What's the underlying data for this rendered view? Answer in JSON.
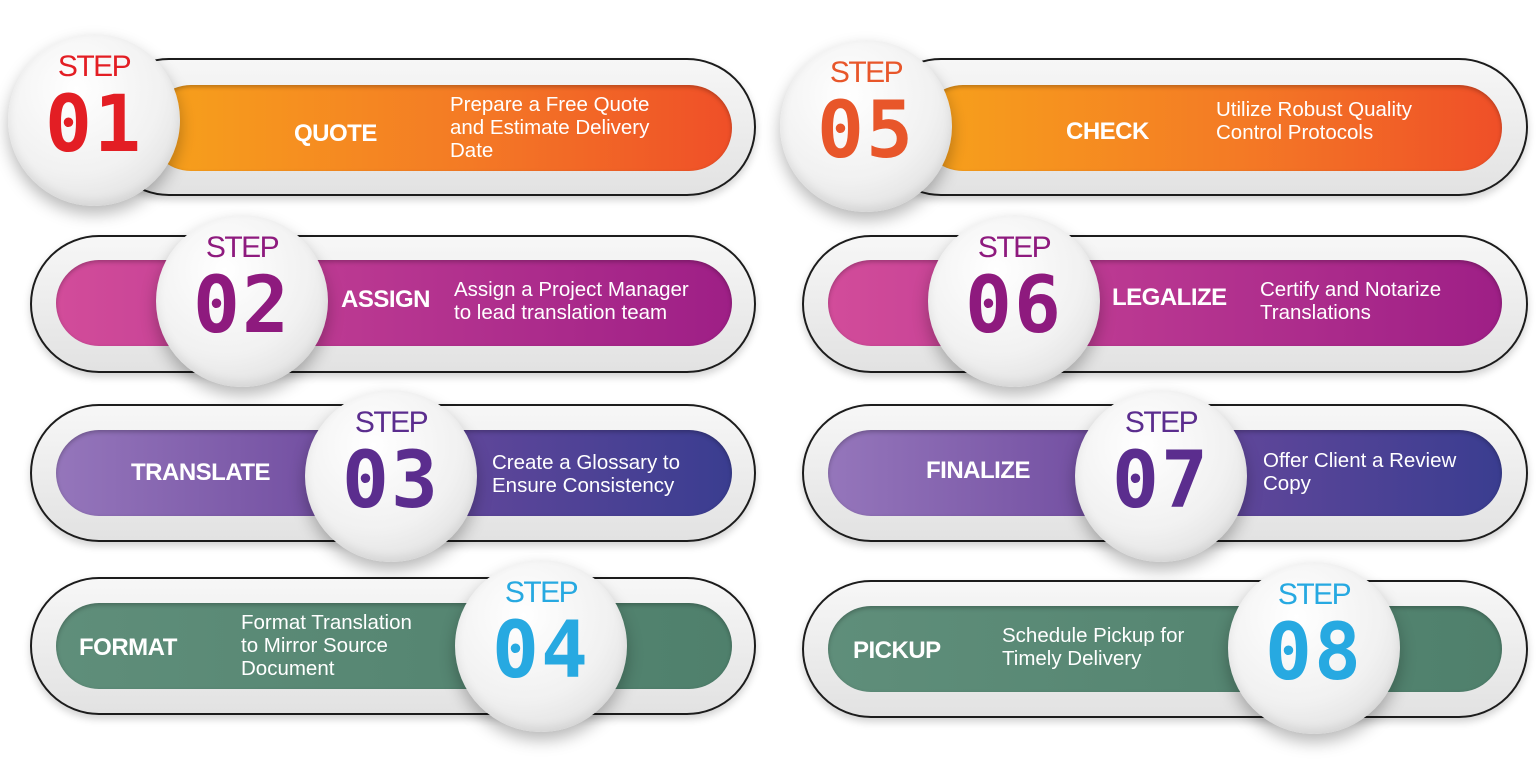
{
  "steps": [
    {
      "word": "STEP",
      "number": "01",
      "label": "QUOTE",
      "description": "Prepare a Free Quote\nand Estimate Delivery\nDate",
      "bar_color": "orange",
      "step_color": "#e31e24",
      "number_color": "#e31e24"
    },
    {
      "word": "STEP",
      "number": "02",
      "label": "ASSIGN",
      "description": "Assign a Project Manager\nto lead translation team",
      "bar_color": "magenta",
      "step_color": "#8e1a7e",
      "number_color": "#8e1a7e"
    },
    {
      "word": "STEP",
      "number": "03",
      "label": "TRANSLATE",
      "description": "Create a Glossary to\nEnsure Consistency",
      "bar_color": "purple",
      "step_color": "#5b2d8e",
      "number_color": "#5b2d8e"
    },
    {
      "word": "STEP",
      "number": "04",
      "label": "FORMAT",
      "description": "Format Translation\nto Mirror Source\nDocument",
      "bar_color": "green",
      "step_color": "#27a9e1",
      "number_color": "#27a9e1"
    },
    {
      "word": "STEP",
      "number": "05",
      "label": "CHECK",
      "description": "Utilize Robust Quality\nControl Protocols",
      "bar_color": "orange",
      "step_color": "#e8562a",
      "number_color": "#e8562a"
    },
    {
      "word": "STEP",
      "number": "06",
      "label": "LEGALIZE",
      "description": "Certify and Notarize\nTranslations",
      "bar_color": "magenta",
      "step_color": "#8e1a7e",
      "number_color": "#8e1a7e"
    },
    {
      "word": "STEP",
      "number": "07",
      "label": "FINALIZE",
      "description": "Offer Client a Review\nCopy",
      "bar_color": "purple",
      "step_color": "#5b2d8e",
      "number_color": "#5b2d8e"
    },
    {
      "word": "STEP",
      "number": "08",
      "label": "PICKUP",
      "description": "Schedule Pickup for\nTimely Delivery",
      "bar_color": "green",
      "step_color": "#27a9e1",
      "number_color": "#27a9e1"
    }
  ]
}
